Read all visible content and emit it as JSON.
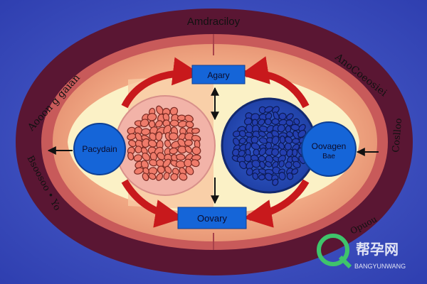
{
  "title": "Amdraciloy",
  "labels": {
    "top_box": "Agary",
    "bottom_box": "Oovary",
    "left_circle": "Pacydain",
    "right_circle_1": "Oovagen",
    "right_circle_2": "Bae"
  },
  "side_text": {
    "upper_left": "Aooon g gaian",
    "upper_right": "AnoCoeosiei",
    "lower_left": "Bsoosoo • Yo",
    "lower_right": "Coslloo",
    "lower_right_2": "Opuou"
  },
  "watermark": {
    "cn": "帮孕网",
    "en": "BANGYUNWANG"
  },
  "colors": {
    "background": "#3a4db8",
    "outer_ring": "#5a1633",
    "tissue": "#f0a27a",
    "inner": "#fbf1c6",
    "accent_red": "#c8191c",
    "label_box": "#1565d8",
    "left_cells": "#ef7b6a",
    "right_cells": "#243fb0"
  }
}
